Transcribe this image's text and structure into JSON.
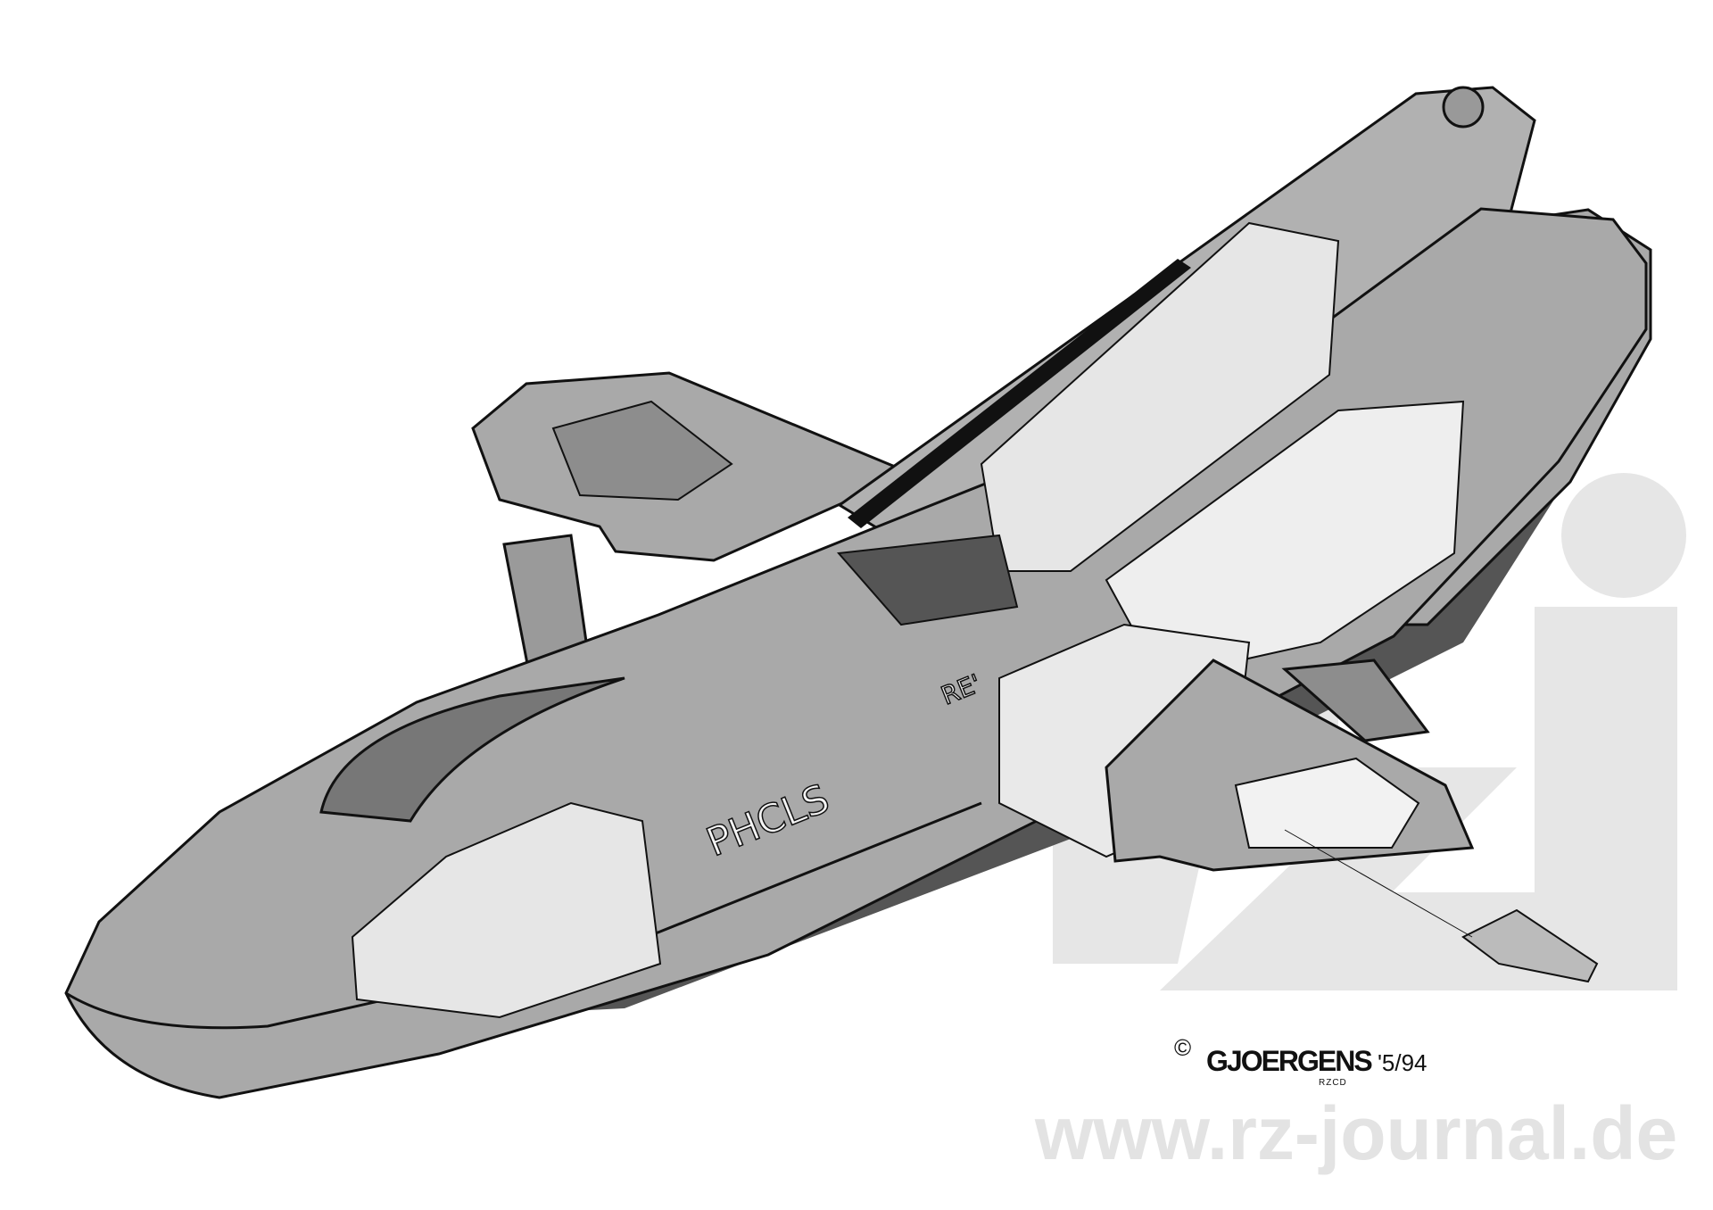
{
  "watermark": {
    "url": "www.rz-journal.de",
    "logo_text": "rz",
    "color": "#e3e3e3"
  },
  "signature": {
    "copyright": "©",
    "artist": "GJOERGENS",
    "date": "'5/94",
    "sub": "RZCD"
  },
  "hull_markings": [
    "PHCLS",
    "RE'"
  ],
  "colors": {
    "hull": "#a9a9a9",
    "outline": "#111111",
    "cutaway": "#e6e6e6"
  }
}
